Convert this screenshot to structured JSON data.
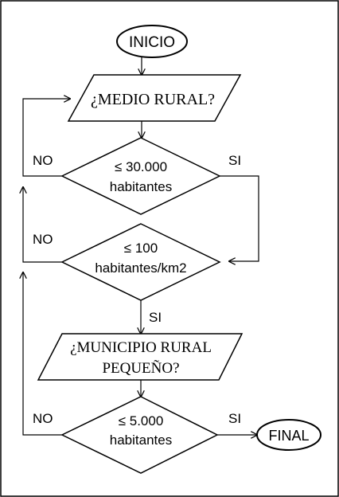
{
  "flowchart": {
    "start": "INICIO",
    "question1": "¿MEDIO RURAL?",
    "decision1": {
      "line1": "≤ 30.000",
      "line2": "habitantes",
      "no": "NO",
      "yes": "SI"
    },
    "decision2": {
      "line1": "≤ 100",
      "line2": "habitantes/km2",
      "no": "NO",
      "yes": "SI"
    },
    "question2": {
      "line1": "¿MUNICIPIO RURAL",
      "line2": "PEQUEÑO?"
    },
    "decision3": {
      "line1": "≤ 5.000",
      "line2": "habitantes",
      "no": "NO",
      "yes": "SI"
    },
    "end": "FINAL"
  },
  "colors": {
    "stroke": "#000000",
    "fill": "#ffffff"
  }
}
